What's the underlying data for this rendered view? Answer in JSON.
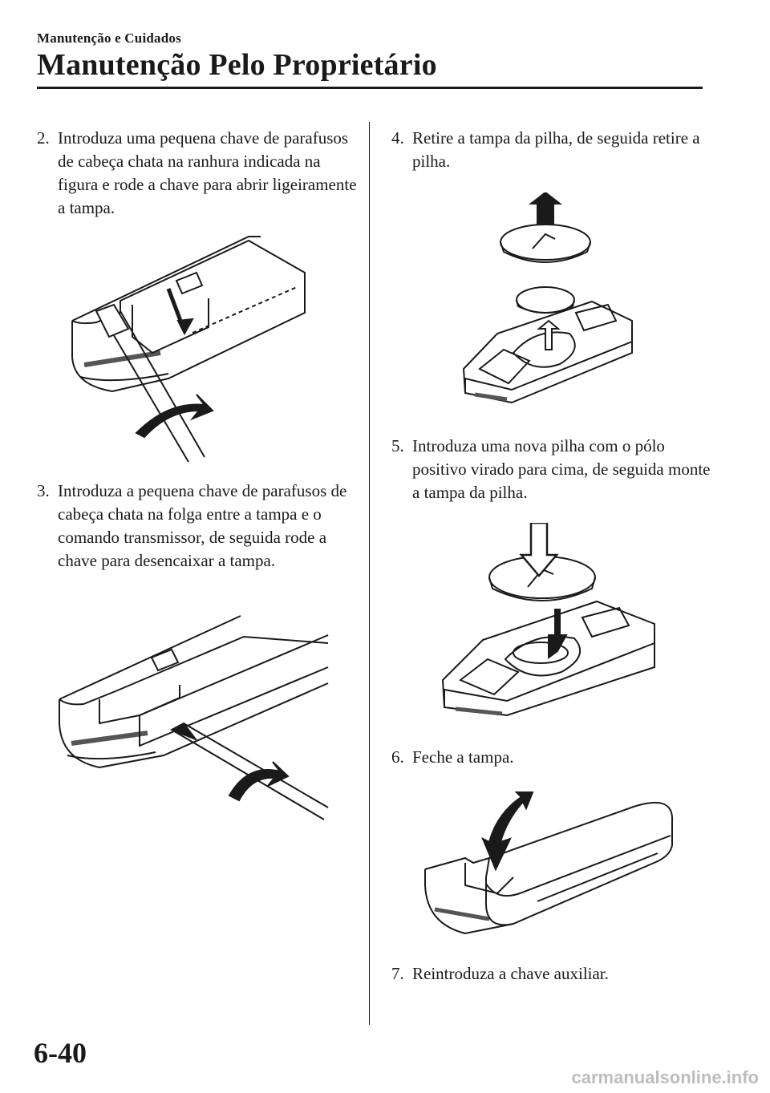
{
  "header": {
    "section": "Manutenção e Cuidados",
    "title": "Manutenção Pelo Proprietário"
  },
  "steps": [
    {
      "num": "2.",
      "text": "Introduza uma pequena chave de parafusos de cabeça chata na ranhura indicada na figura e rode a chave para abrir ligeiramente a tampa."
    },
    {
      "num": "3.",
      "text": "Introduza a pequena chave de parafusos de cabeça chata na folga entre a tampa e o comando transmissor, de seguida rode a chave para desencaixar a tampa."
    },
    {
      "num": "4.",
      "text": "Retire a tampa da pilha, de seguida retire a pilha."
    },
    {
      "num": "5.",
      "text": "Introduza uma nova pilha com o pólo positivo virado para cima, de seguida monte a tampa da pilha."
    },
    {
      "num": "6.",
      "text": "Feche a tampa."
    },
    {
      "num": "7.",
      "text": "Reintroduza a chave auxiliar."
    }
  ],
  "page_number": "6-40",
  "watermark": "carmanualsonline.info"
}
